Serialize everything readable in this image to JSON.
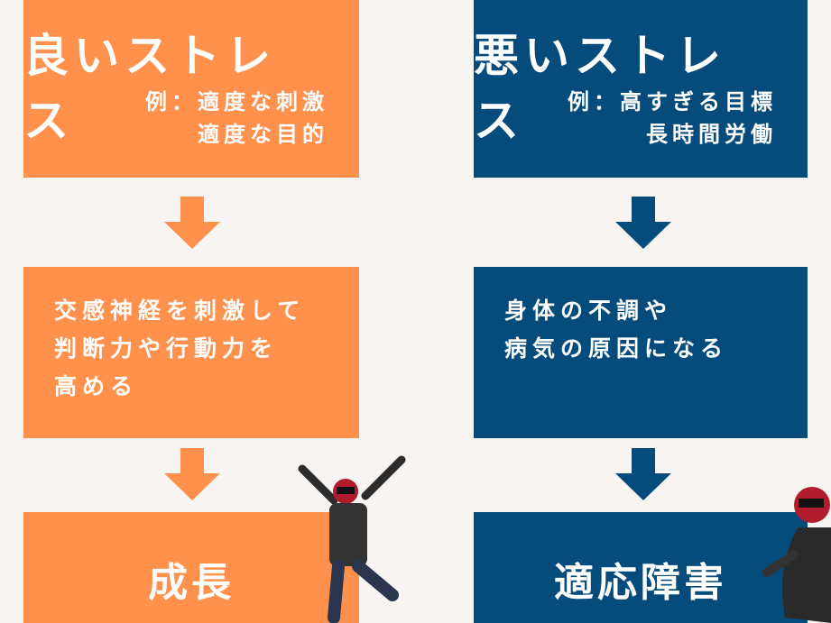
{
  "colors": {
    "good": "#ff914d",
    "bad": "#054b7b",
    "background": "#f7f4f1"
  },
  "good": {
    "title": "良いストレス",
    "example_line1": "例：適度な刺激",
    "example_line2": "適度な目的",
    "effect_lines": [
      "交感神経を刺激して",
      "判断力や行動力を",
      "高める"
    ],
    "result": "成長"
  },
  "bad": {
    "title": "悪いストレス",
    "example_line1": "例：高すぎる目標",
    "example_line2": "長時間労働",
    "effect_lines": [
      "身体の不調や",
      "病気の原因になる"
    ],
    "result": "適応障害"
  }
}
